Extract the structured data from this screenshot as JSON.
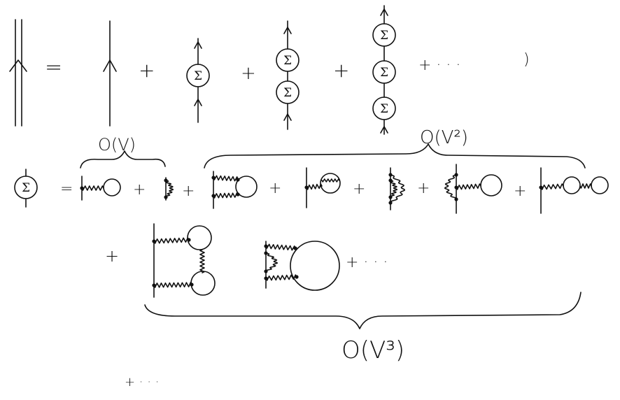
{
  "symbols": {
    "equals": "=",
    "plus": "+",
    "sigma": "Σ",
    "ellipsis": "+ · · ·",
    "comma": ")"
  },
  "orders": {
    "first": "O(V)",
    "second": "O(V²)",
    "third": "O(V³)"
  },
  "footer": {
    "continuation": "+ · · ·"
  },
  "ink_color": "#111111"
}
